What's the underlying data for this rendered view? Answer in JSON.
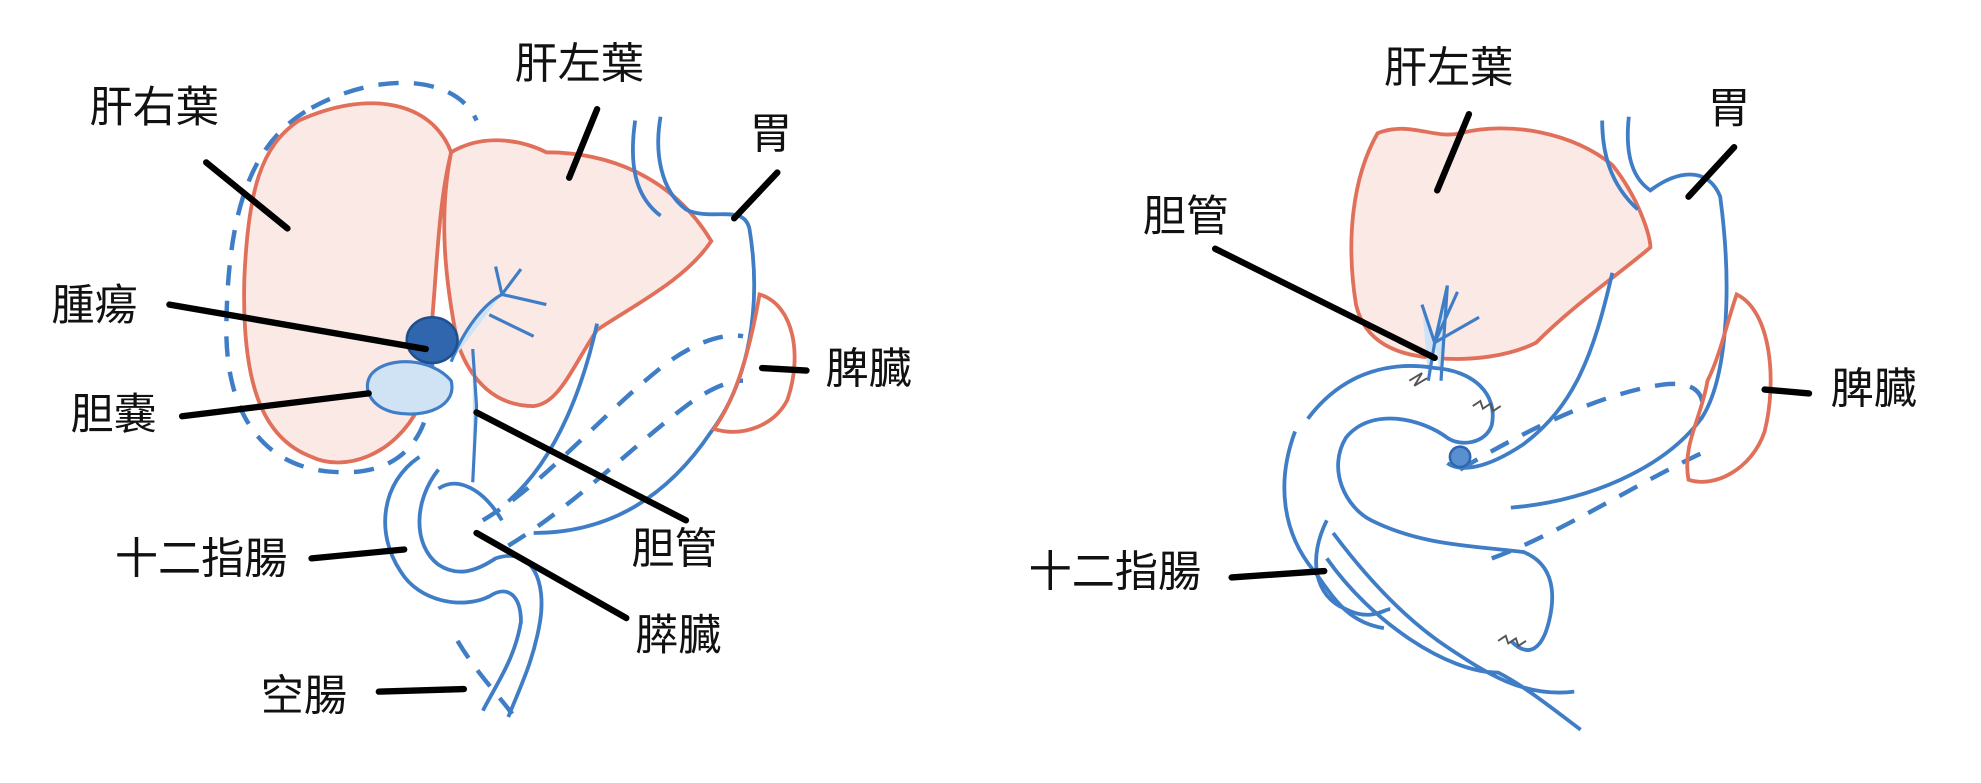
{
  "before": {
    "labels": {
      "right_lobe": "肝右葉",
      "left_lobe": "肝左葉",
      "stomach": "胃",
      "tumor": "腫瘍",
      "gallbladder": "胆嚢",
      "spleen": "脾臓",
      "bile_duct": "胆管",
      "duodenum": "十二指腸",
      "pancreas": "膵臓",
      "jejunum": "空腸"
    }
  },
  "after": {
    "labels": {
      "left_lobe": "肝左葉",
      "stomach": "胃",
      "bile_duct": "胆管",
      "spleen": "脾臓",
      "duodenum": "十二指腸"
    }
  },
  "colors": {
    "organ_red": "#e0705a",
    "organ_blue": "#3f7ec6"
  }
}
